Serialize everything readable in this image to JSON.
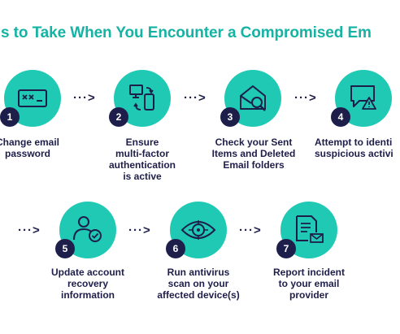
{
  "title": "ons to Take When You Encounter a Compromised Em",
  "colors": {
    "accent": "#1fc9b4",
    "title": "#14b3a3",
    "dark": "#1e1e4b"
  },
  "arrow_glyph": "···>",
  "steps": [
    {
      "number": "1",
      "label": "Change email\npassword",
      "icon": "password-field-icon"
    },
    {
      "number": "2",
      "label": "Ensure\nmulti-factor\nauthentication\nis active",
      "icon": "devices-sync-icon"
    },
    {
      "number": "3",
      "label": "Check your Sent\nItems and Deleted\nEmail folders",
      "icon": "envelope-search-icon"
    },
    {
      "number": "4",
      "label": "Attempt to identi\nsuspicious activi",
      "icon": "chat-alert-icon"
    },
    {
      "number": "5",
      "label": "Update account\nrecovery\ninformation",
      "icon": "user-check-icon"
    },
    {
      "number": "6",
      "label": "Run antivirus\nscan on your\naffected device(s)",
      "icon": "eye-scan-icon"
    },
    {
      "number": "7",
      "label": "Report incident\nto your email\nprovider",
      "icon": "report-mail-icon"
    }
  ]
}
